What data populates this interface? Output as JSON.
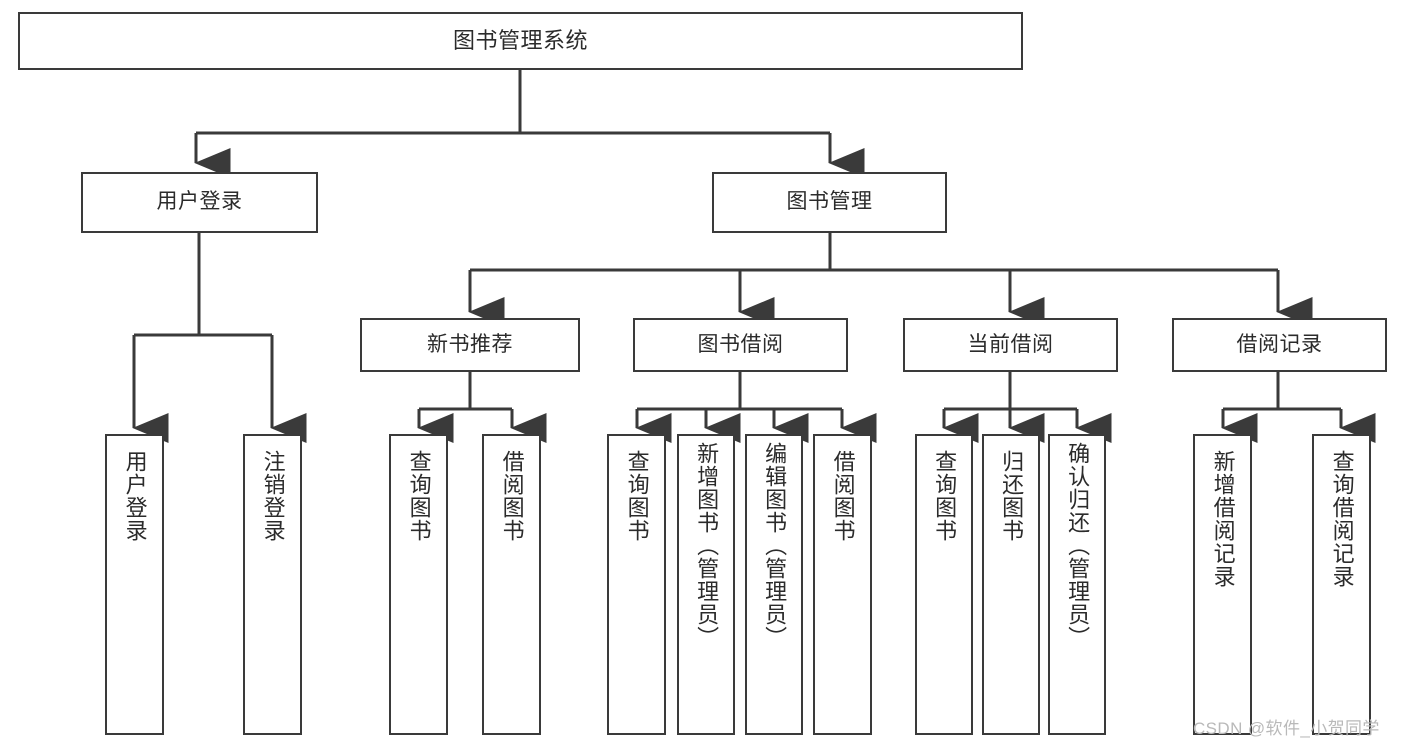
{
  "diagram": {
    "title": "图书管理系统",
    "type": "functional-structure-tree",
    "watermark": "CSDN @软件_小贺同学",
    "colors": {
      "box_border": "#3a3a3a",
      "box_fill": "#ffffff",
      "edge": "#3a3a3a",
      "text": "#2b2b2b",
      "watermark": "#b9b9b9",
      "background": "#ffffff"
    },
    "root": {
      "label": "图书管理系统"
    },
    "level2": [
      {
        "label": "用户登录"
      },
      {
        "label": "图书管理"
      }
    ],
    "level3": [
      {
        "label": "新书推荐"
      },
      {
        "label": "图书借阅"
      },
      {
        "label": "当前借阅"
      },
      {
        "label": "借阅记录"
      }
    ],
    "leaves": {
      "user_login": [
        {
          "label": "用户登录"
        },
        {
          "label": "注销登录"
        }
      ],
      "new_book_recommend": [
        {
          "label": "查询图书"
        },
        {
          "label": "借阅图书"
        }
      ],
      "book_borrow": [
        {
          "label": "查询图书"
        },
        {
          "label": "新增图书（管理员）"
        },
        {
          "label": "编辑图书（管理员）"
        },
        {
          "label": "借阅图书"
        }
      ],
      "current_borrow": [
        {
          "label": "查询图书"
        },
        {
          "label": "归还图书"
        },
        {
          "label": "确认归还（管理员）"
        }
      ],
      "borrow_record": [
        {
          "label": "新增借阅记录"
        },
        {
          "label": "查询借阅记录"
        }
      ]
    }
  }
}
